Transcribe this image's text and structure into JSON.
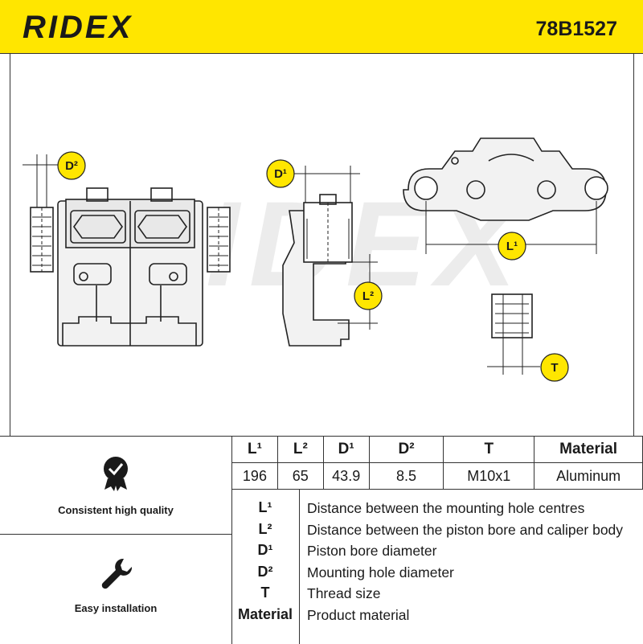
{
  "header": {
    "brand": "RIDEX",
    "part_number": "78B1527"
  },
  "badges": {
    "l1": "L¹",
    "l2": "L²",
    "d1": "D¹",
    "d2": "D²",
    "t": "T"
  },
  "features": [
    {
      "label": "Consistent high quality",
      "icon": "quality-badge-icon"
    },
    {
      "label": "Easy installation",
      "icon": "wrench-icon"
    }
  ],
  "spec_table": {
    "headers": [
      "L¹",
      "L²",
      "D¹",
      "D²",
      "T",
      "Material"
    ],
    "values": [
      "196",
      "65",
      "43.9",
      "8.5",
      "M10x1",
      "Aluminum"
    ]
  },
  "legend": [
    {
      "key": "L¹",
      "desc": "Distance between the mounting hole centres"
    },
    {
      "key": "L²",
      "desc": "Distance between the piston bore and caliper body"
    },
    {
      "key": "D¹",
      "desc": "Piston bore diameter"
    },
    {
      "key": "D²",
      "desc": "Mounting hole diameter"
    },
    {
      "key": "T",
      "desc": "Thread size"
    },
    {
      "key": "Material",
      "desc": "Product material"
    }
  ],
  "colors": {
    "brand_yellow": "#ffe600",
    "badge_yellow": "#ffe600",
    "ink": "#1a1a1a"
  }
}
